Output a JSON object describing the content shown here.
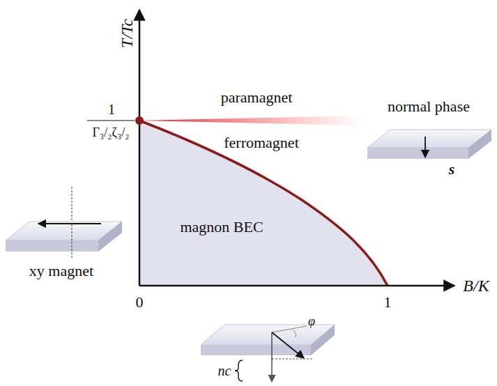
{
  "diagram": {
    "labels": [
      "T/Tc",
      "1",
      "Γ₃/₂ζ₃/₂",
      "paramagnet",
      "ferromagnet",
      "normal phase",
      "s",
      "magnon BEC",
      "xy magnet",
      "0",
      "1",
      "B/K",
      "φ",
      "nc"
    ]
  }
}
